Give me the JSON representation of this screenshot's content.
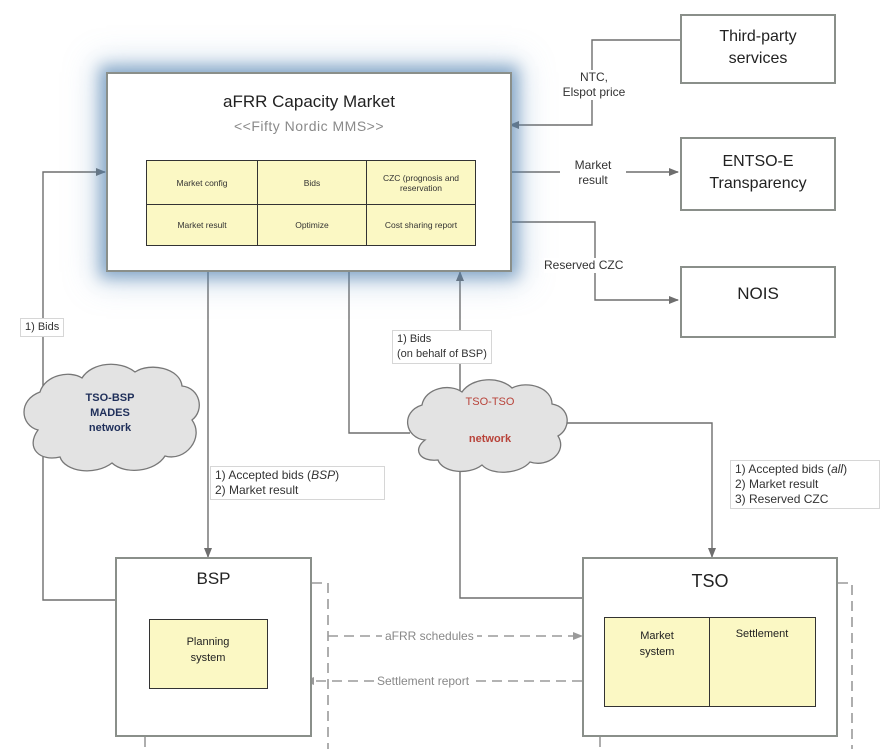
{
  "market": {
    "title": "aFRR Capacity Market",
    "subtitle": "<<Fifty Nordic MMS>>",
    "cells": [
      {
        "label": "Market config"
      },
      {
        "label": "Bids"
      },
      {
        "label": "CZC (prognosis and reservation"
      },
      {
        "label": "Market result"
      },
      {
        "label": "Optimize"
      },
      {
        "label": "Cost sharing report"
      }
    ]
  },
  "external": {
    "third_party": "Third-party services",
    "entsoe": "ENTSO-E Transparency",
    "nois": "NOIS"
  },
  "clouds": {
    "tso_bsp": [
      "TSO-BSP",
      "MADES",
      "network"
    ],
    "tso_tso": [
      "TSO-TSO",
      "network"
    ]
  },
  "bsp": {
    "title": "BSP",
    "planning": "Planning system"
  },
  "tso": {
    "title": "TSO",
    "market_system": "Market system",
    "settlement": "Settlement"
  },
  "flows": {
    "ntc": "NTC,",
    "elspot": "Elspot price",
    "market_result_a": "Market",
    "market_result_b": "result",
    "reserved_czc": "Reserved CZC",
    "bids_left": "1) Bids",
    "bids_behalf_1": "1) Bids",
    "bids_behalf_2": "(on behalf of BSP)",
    "bsp_accepted_1": "1) Accepted bids (",
    "bsp_accepted_em": "BSP",
    "bsp_accepted_end": ")",
    "bsp_market_result": "2) Market result",
    "tso_accepted_1": "1) Accepted bids (",
    "tso_accepted_em": "all",
    "tso_accepted_end": ")",
    "tso_market_result": "2) Market result",
    "tso_reserved": "3) Reserved CZC",
    "afrr_schedules": "aFRR schedules",
    "settlement_report": "Settlement report"
  },
  "colors": {
    "line": "#6e6e6e",
    "box_border": "#8a8f8a",
    "cell_fill": "#fbf8c4",
    "cloud_fill": "#e3e3e3",
    "cloud_dark_text": "#1f2f5a",
    "cloud_red_text": "#b8433a",
    "glow": "#4f86b8"
  }
}
